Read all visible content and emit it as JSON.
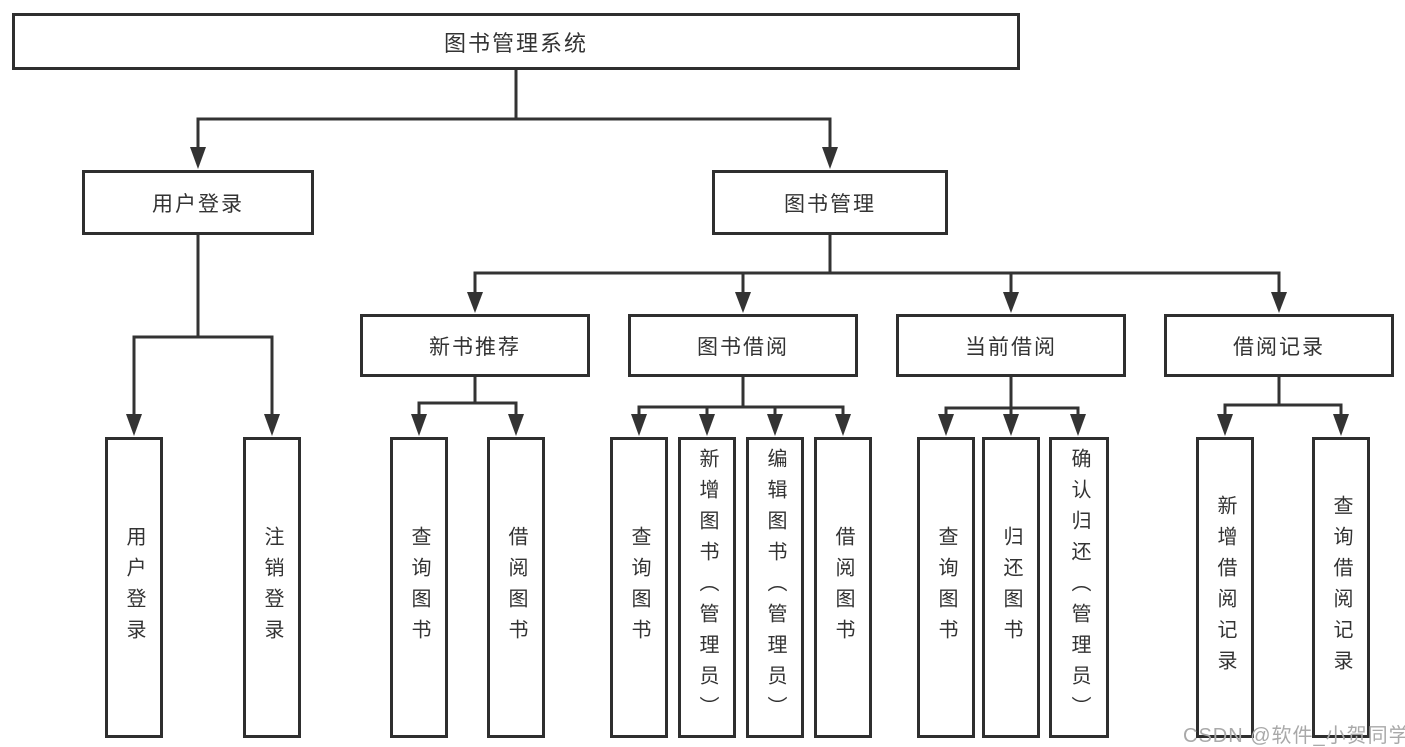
{
  "tree": {
    "label": "图书管理系统",
    "children": [
      {
        "label": "用户登录",
        "children": [
          {
            "label": "用户登录"
          },
          {
            "label": "注销登录"
          }
        ]
      },
      {
        "label": "图书管理",
        "children": [
          {
            "label": "新书推荐",
            "children": [
              {
                "label": "查询图书"
              },
              {
                "label": "借阅图书"
              }
            ]
          },
          {
            "label": "图书借阅",
            "children": [
              {
                "label": "查询图书"
              },
              {
                "label": "新增图书（管理员）"
              },
              {
                "label": "编辑图书（管理员）"
              },
              {
                "label": "借阅图书"
              }
            ]
          },
          {
            "label": "当前借阅",
            "children": [
              {
                "label": "查询图书"
              },
              {
                "label": "归还图书"
              },
              {
                "label": "确认归还（管理员）"
              }
            ]
          },
          {
            "label": "借阅记录",
            "children": [
              {
                "label": "新增借阅记录"
              },
              {
                "label": "查询借阅记录"
              }
            ]
          }
        ]
      }
    ]
  },
  "watermark": {
    "text": "CSDN @软件_小贺同学"
  },
  "colors": {
    "line": "#333333",
    "box_border": "#2f2f2f",
    "box_fill": "#ffffff",
    "text": "#333333",
    "watermark": "#a9a9a9",
    "background": "#ffffff"
  }
}
